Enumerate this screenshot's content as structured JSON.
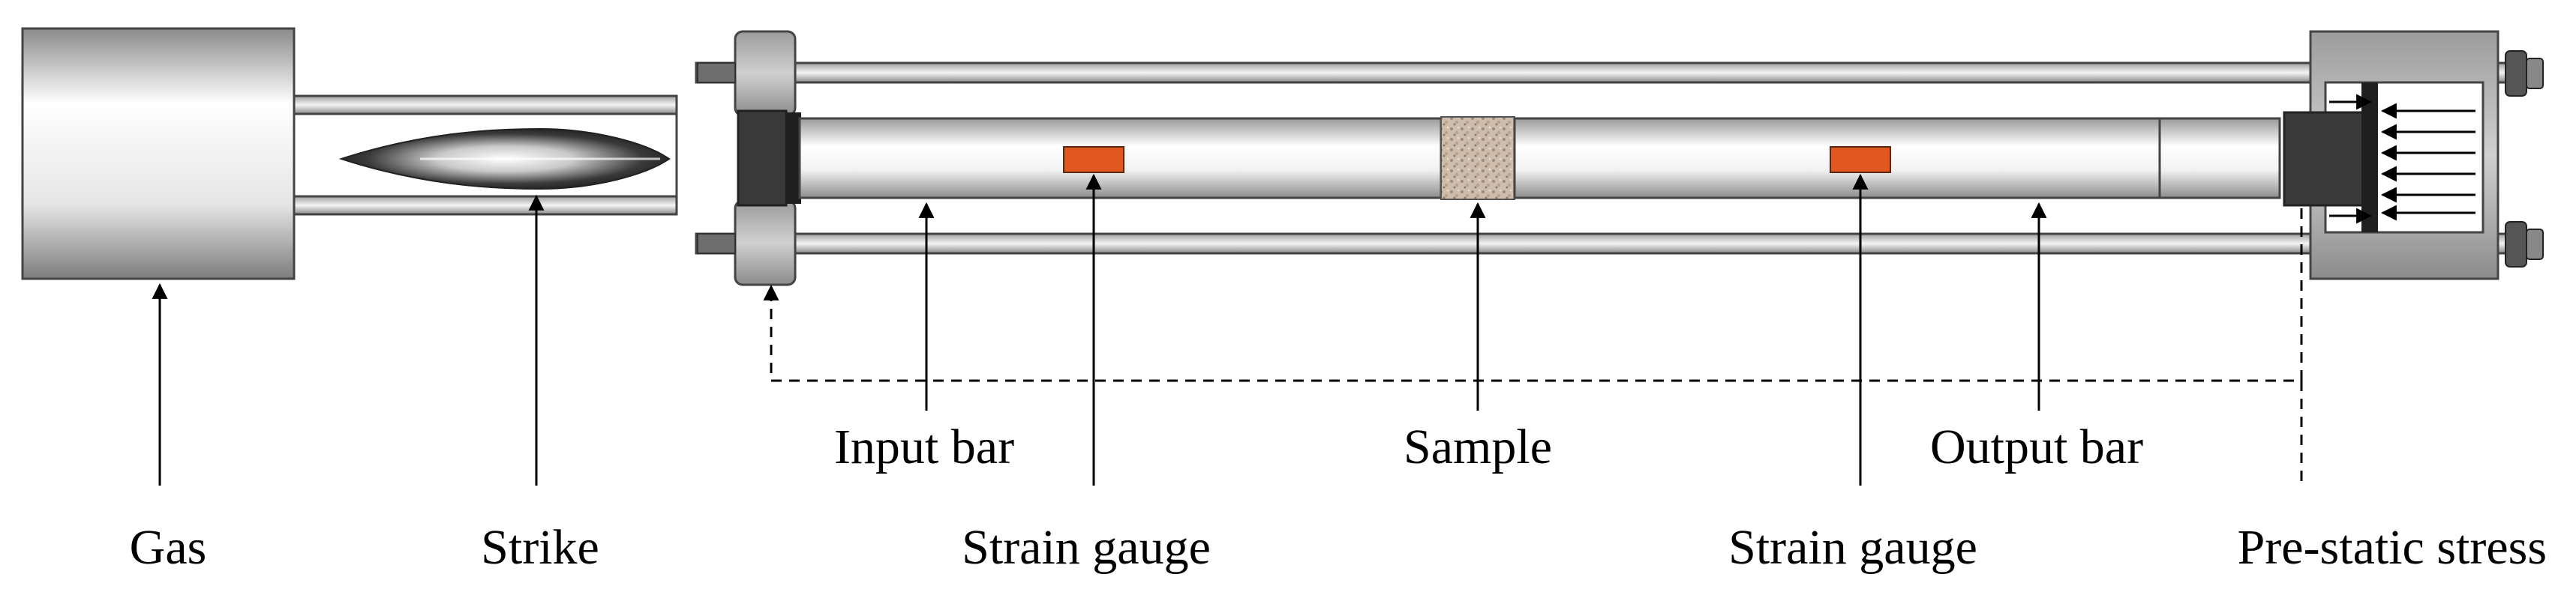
{
  "labels": {
    "gas": "Gas",
    "strike": "Strike",
    "input_bar": "Input bar",
    "strain_gauge_1": "Strain gauge",
    "sample": "Sample",
    "strain_gauge_2": "Strain gauge",
    "output_bar": "Output bar",
    "pre_static_stress": "Pre-static stress"
  },
  "colors": {
    "strain_gauge": "#e0581f",
    "sample": "#c9b8a8",
    "outline": "#333333"
  }
}
